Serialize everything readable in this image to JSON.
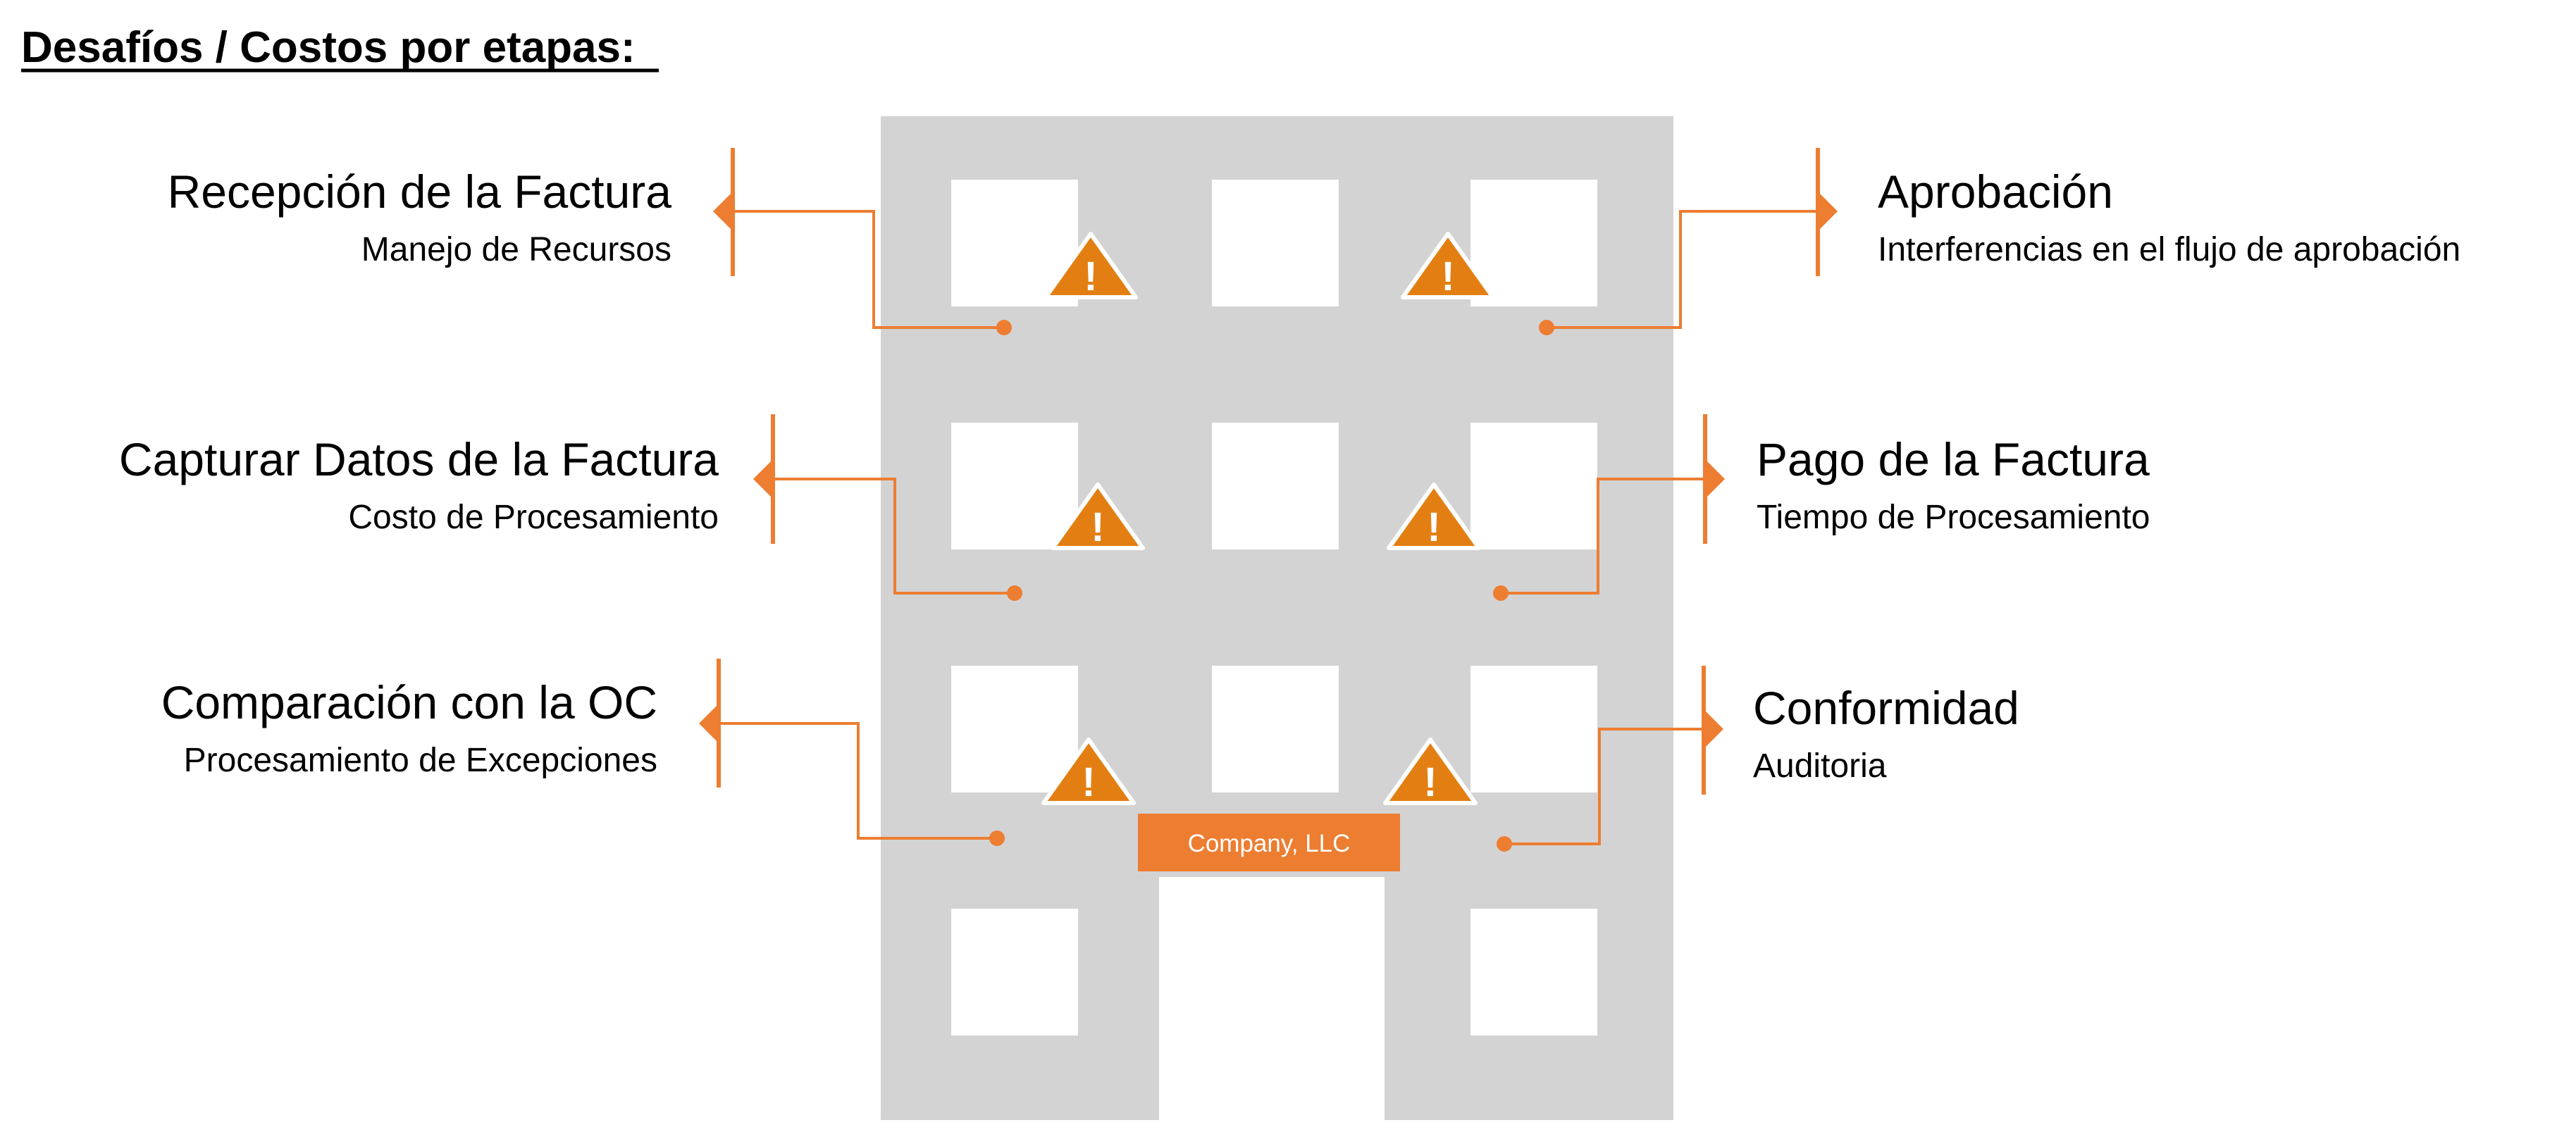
{
  "page": {
    "title": "Desafíos / Costos por etapas:"
  },
  "building": {
    "company_label": "Company, LLC",
    "colors": {
      "building": "#d3d3d3",
      "window": "#ffffff",
      "accent": "#ed7d31",
      "warning": "#e37f12",
      "text": "#000000"
    }
  },
  "stages": [
    {
      "title": "Recepción de la Factura",
      "subtitle": "Manejo de Recursos",
      "side": "left"
    },
    {
      "title": "Capturar Datos de la Factura",
      "subtitle": "Costo de Procesamiento",
      "side": "left"
    },
    {
      "title": "Comparación con la OC",
      "subtitle": "Procesamiento de Excepciones",
      "side": "left"
    },
    {
      "title": "Aprobación",
      "subtitle": "Interferencias en el flujo de aprobación",
      "side": "right"
    },
    {
      "title": "Pago de la Factura",
      "subtitle": "Tiempo de Procesamiento",
      "side": "right"
    },
    {
      "title": "Conformidad",
      "subtitle": "Auditoria",
      "side": "right"
    }
  ],
  "icons": {
    "warning": "warning-icon",
    "warning_glyph": "!"
  }
}
